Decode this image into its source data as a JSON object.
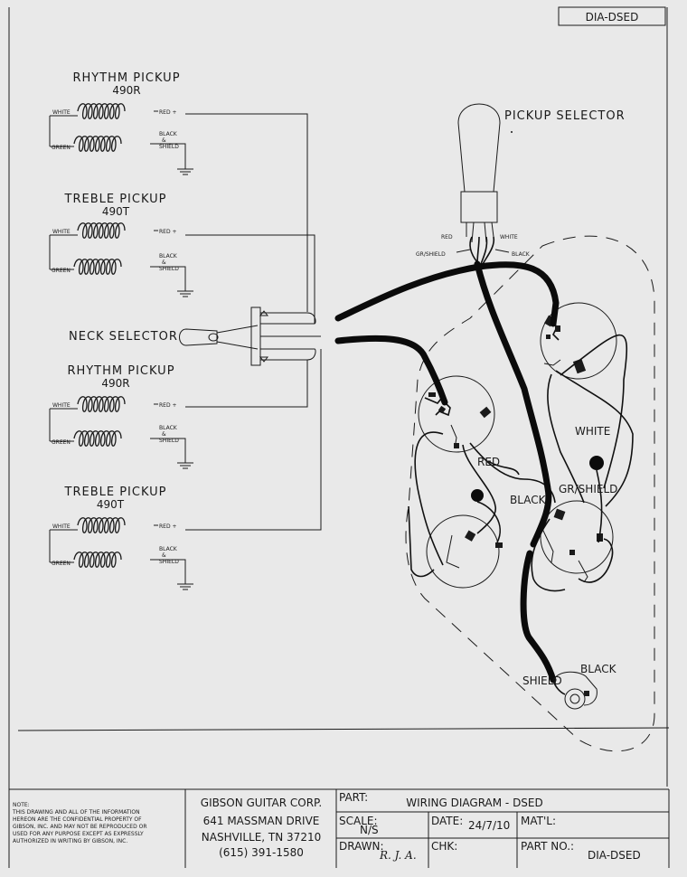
{
  "drawing_number": "DIA-DSED",
  "pickups": [
    {
      "name": "RHYTHM PICKUP",
      "model": "490R",
      "white": "WHITE",
      "green": "GREEN",
      "red": "RED +",
      "black1": "BLACK",
      "black2": "&",
      "black3": "SHIELD"
    },
    {
      "name": "TREBLE PICKUP",
      "model": "490T",
      "white": "WHITE",
      "green": "GREEN",
      "red": "RED +",
      "black1": "BLACK",
      "black2": "&",
      "black3": "SHIELD"
    },
    {
      "name": "RHYTHM PICKUP",
      "model": "490R",
      "white": "WHITE",
      "green": "GREEN",
      "red": "RED +",
      "black1": "BLACK",
      "black2": "&",
      "black3": "SHIELD"
    },
    {
      "name": "TREBLE PICKUP",
      "model": "490T",
      "white": "WHITE",
      "green": "GREEN",
      "red": "RED +",
      "black1": "BLACK",
      "black2": "&",
      "black3": "SHIELD"
    }
  ],
  "neck_selector": "NECK SELECTOR",
  "pickup_selector": {
    "title": "PICKUP SELECTOR",
    "red": "RED",
    "white": "WHITE",
    "gr_shield": "GR/SHIELD",
    "black": "BLACK"
  },
  "harness_labels": {
    "white": "WHITE",
    "red": "RED",
    "black": "BLACK",
    "gr_shield": "GR/SHIELD",
    "shield": "SHIELD",
    "jack_black": "BLACK"
  },
  "title_block": {
    "note_title": "NOTE:",
    "note_lines": [
      "THIS DRAWING AND ALL OF THE INFORMATION",
      "HEREON ARE THE CONFIDENTIAL PROPERTY OF",
      "GIBSON, INC. AND MAY NOT BE REPRODUCED OR",
      "USED FOR ANY PURPOSE EXCEPT AS EXPRESSLY",
      "AUTHORIZED IN WRITING BY GIBSON, INC."
    ],
    "company": "GIBSON GUITAR CORP.",
    "address1": "641 MASSMAN DRIVE",
    "address2": "NASHVILLE, TN 37210",
    "phone": "(615) 391-1580",
    "part_label": "PART:",
    "part_value": "WIRING DIAGRAM - DSED",
    "scale_label": "SCALE:",
    "scale_value": "N/S",
    "date_label": "DATE:",
    "date_value": "24/7/10",
    "mat_label": "MAT'L:",
    "mat_value": "",
    "drawn_label": "DRAWN:",
    "drawn_value": "R. J. A.",
    "chk_label": "CHK:",
    "chk_value": "",
    "partno_label": "PART NO.:",
    "partno_value": "DIA-DSED"
  }
}
